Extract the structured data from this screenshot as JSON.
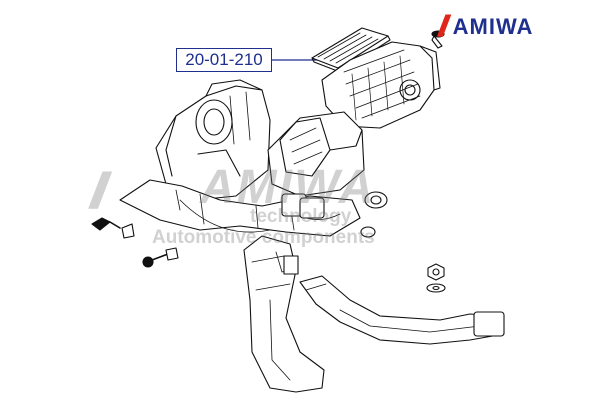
{
  "brand": {
    "slashes": "//",
    "name": "AMIWA"
  },
  "callout": {
    "part_number": "20-01-210"
  },
  "watermark": {
    "slashes": "//",
    "name": "AMIWA",
    "line1": "technology",
    "line2": "Automotive components"
  },
  "colors": {
    "brand_red": "#e0261b",
    "brand_blue": "#1e2f8f",
    "line_art": "#111111"
  }
}
